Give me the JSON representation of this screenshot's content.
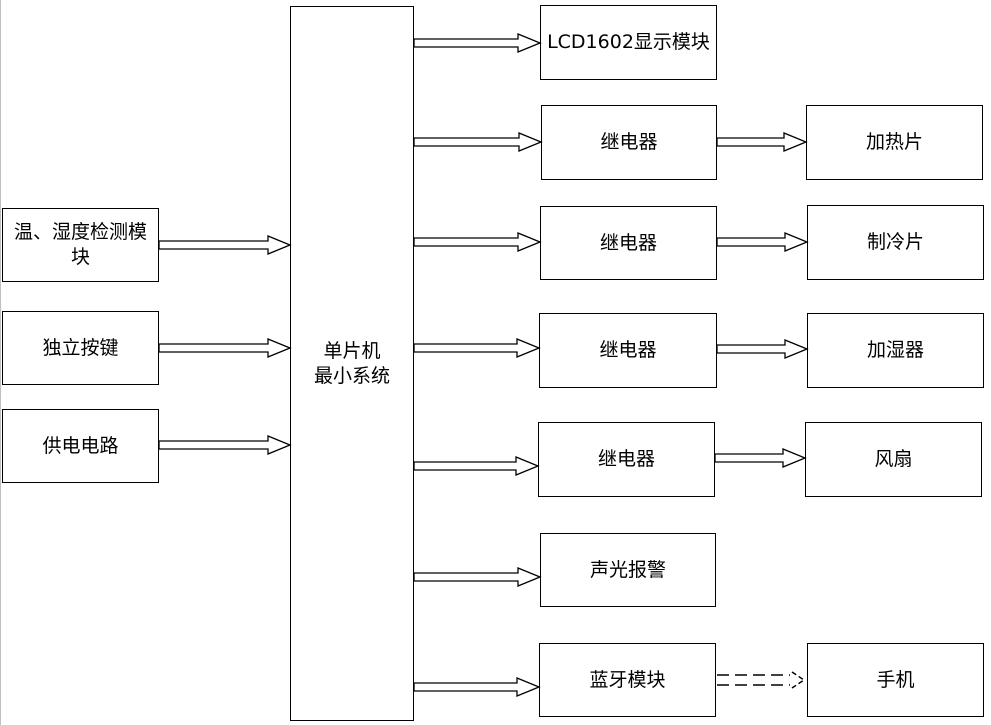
{
  "inputs": {
    "sensor": "温、湿度检测模块",
    "keys": "独立按键",
    "power": "供电电路"
  },
  "mcu": {
    "line1": "单片机",
    "line2": "最小系统"
  },
  "outputs": {
    "lcd": "LCD1602显示模块",
    "relay1": "继电器",
    "relay2": "继电器",
    "relay3": "继电器",
    "relay4": "继电器",
    "alarm": "声光报警",
    "bluetooth": "蓝牙模块"
  },
  "actuators": {
    "heater": "加热片",
    "cooler": "制冷片",
    "humidifier": "加湿器",
    "fan": "风扇",
    "phone": "手机"
  }
}
